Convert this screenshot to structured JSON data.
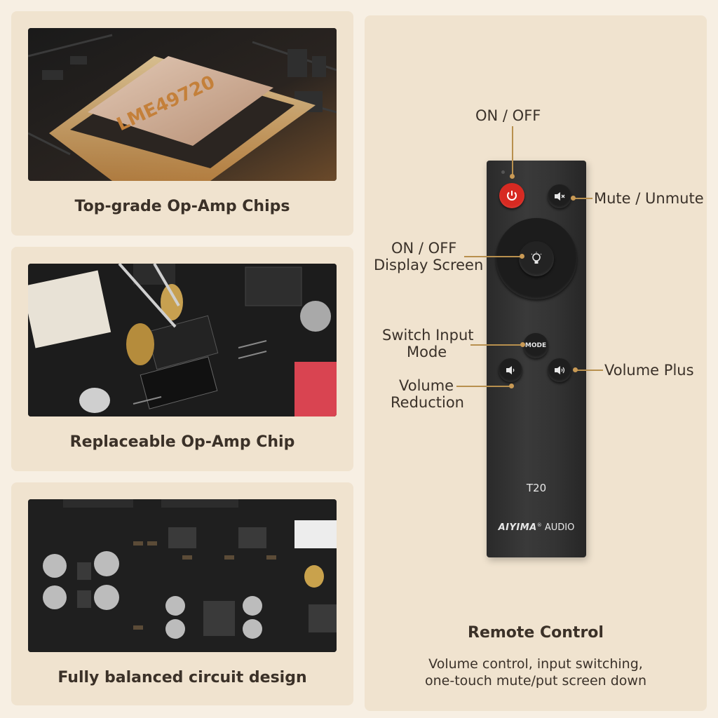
{
  "panels": [
    {
      "caption": "Top-grade Op-Amp Chips",
      "chip_text": "LME49720"
    },
    {
      "caption": "Replaceable Op-Amp Chip"
    },
    {
      "caption": "Fully balanced circuit design"
    }
  ],
  "remote": {
    "model": "T20",
    "brand": "AIYIMA",
    "brand_suffix": "AUDIO",
    "mode_label": "MODE",
    "labels": {
      "power": "ON / OFF",
      "mute": "Mute / Unmute",
      "display_line1": "ON / OFF",
      "display_line2": "Display Screen",
      "input_line1": "Switch Input",
      "input_line2": "Mode",
      "vol_down_line1": "Volume",
      "vol_down_line2": "Reduction",
      "vol_up": "Volume Plus"
    },
    "title": "Remote Control",
    "desc_line1": "Volume control, input switching,",
    "desc_line2": "one-touch mute/put screen down"
  },
  "colors": {
    "background": "#f7efe3",
    "card": "#f0e3cf",
    "accent_line": "#b8904e",
    "power_red": "#d72a22"
  }
}
